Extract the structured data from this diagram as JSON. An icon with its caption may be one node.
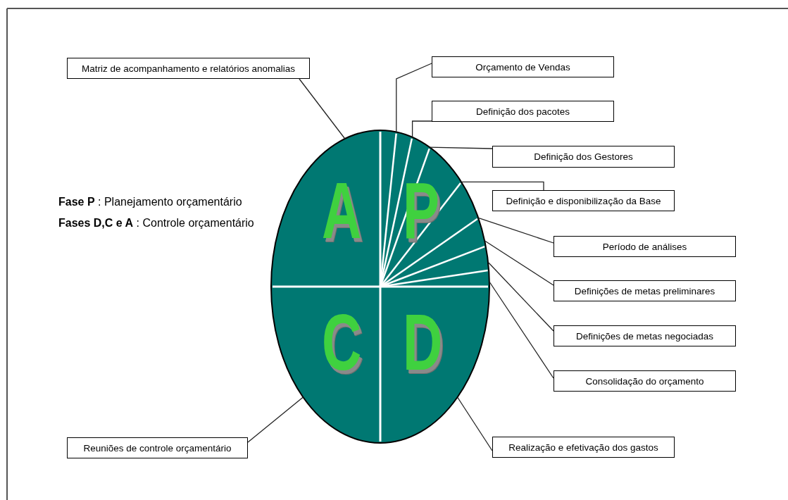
{
  "diagram": {
    "nodes": [
      {
        "text": [
          "Matriz de acompanhamento e relatórios anomalias"
        ]
      },
      {
        "text": [
          "Orçamento de Vendas"
        ]
      },
      {
        "text": [
          "Definição dos pacotes"
        ]
      },
      {
        "text": [
          "Definição dos Gestores"
        ]
      },
      {
        "text": [
          "Definição e disponibilização da Base"
        ]
      },
      {
        "text": [
          "A"
        ]
      },
      {
        "text": [
          "P"
        ]
      },
      {
        "text": [
          "Período de análises"
        ]
      },
      {
        "text": [
          "Definições de metas preliminares"
        ]
      },
      {
        "text": [
          "Definições de metas negociadas"
        ]
      },
      {
        "text": [
          "C"
        ]
      },
      {
        "text": [
          "D"
        ]
      },
      {
        "text": [
          "Consolidação do orçamento"
        ]
      },
      {
        "text": [
          "Reuniões de controle orçamentário"
        ]
      },
      {
        "text": [
          "Realização e efetivação dos gastos"
        ]
      }
    ],
    "edges": [
      {
        "from": 0,
        "to": 5,
        "arrow": "none"
      },
      {
        "from": 1,
        "to": 6,
        "arrow": "none"
      },
      {
        "from": 2,
        "to": 6,
        "arrow": "none"
      },
      {
        "from": 3,
        "to": 6,
        "arrow": "none"
      },
      {
        "from": 4,
        "to": 6,
        "arrow": "none"
      },
      {
        "from": 7,
        "to": 6,
        "arrow": "none"
      },
      {
        "from": 8,
        "to": 6,
        "arrow": "none"
      },
      {
        "from": 9,
        "to": 6,
        "arrow": "none"
      },
      {
        "from": 12,
        "to": 6,
        "arrow": "none"
      },
      {
        "from": 14,
        "to": 11,
        "arrow": "none"
      },
      {
        "from": 13,
        "to": 10,
        "arrow": "none"
      }
    ],
    "labels": [
      "**Fase P** : Planejamento orçamentário",
      "**Fases D,C e A** : Controle orçamentário"
    ]
  }
}
